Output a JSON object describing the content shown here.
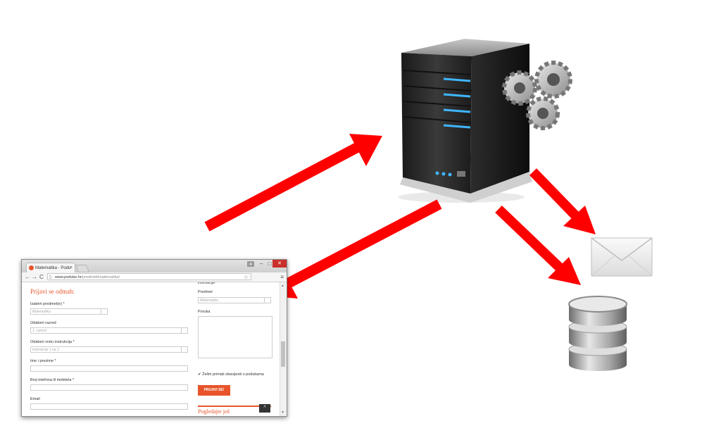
{
  "diagram": {
    "nodes": [
      {
        "id": "browser",
        "icon": "browser-window-icon"
      },
      {
        "id": "server",
        "icon": "server-with-gears-icon"
      },
      {
        "id": "email",
        "icon": "envelope-icon"
      },
      {
        "id": "database",
        "icon": "database-icon"
      }
    ],
    "edges": [
      {
        "from": "browser",
        "to": "server"
      },
      {
        "from": "server",
        "to": "browser"
      },
      {
        "from": "server",
        "to": "email"
      },
      {
        "from": "server",
        "to": "database"
      }
    ],
    "arrow_color": "#ff0000"
  },
  "browser": {
    "tab_title": "Matematika - Podu",
    "tab_close": "×",
    "window_controls": {
      "minimize": "–",
      "maximize": "□",
      "close": "✕"
    },
    "url_host": "www.poduke.hr",
    "url_path": "/predmeti/matematika/",
    "nav": {
      "back": "←",
      "forward": "→",
      "reload": "C"
    },
    "star": "☆",
    "menu": "≡",
    "page": {
      "heading": "Prijavi se odmah:",
      "fields_left": [
        {
          "label": "Izaberi predmet(e) *",
          "value": "Matematika"
        },
        {
          "label": "Odaberi razred",
          "value": "1. razred"
        },
        {
          "label": "Odaberi vrstu instrukcija *",
          "value": "Instrukcije 1 na 1"
        },
        {
          "label": "Ime i prezime *",
          "value": ""
        },
        {
          "label": "Broj telefona ili mobitela *",
          "value": ""
        },
        {
          "label": "Email",
          "value": ""
        }
      ],
      "right_top_cut": "instrukcije",
      "right_subject_label": "Predmet",
      "right_subject_value": "Matematika",
      "right_message_label": "Poruka",
      "checkbox_label": "✔ Želim primati obavijesti o podukama",
      "submit_label": "PRIJAVI SE!",
      "back_to_top": "^",
      "bottom_cut": "Pogledajte još"
    }
  },
  "colors": {
    "accent": "#e8542a",
    "arrow": "#ff0000"
  }
}
